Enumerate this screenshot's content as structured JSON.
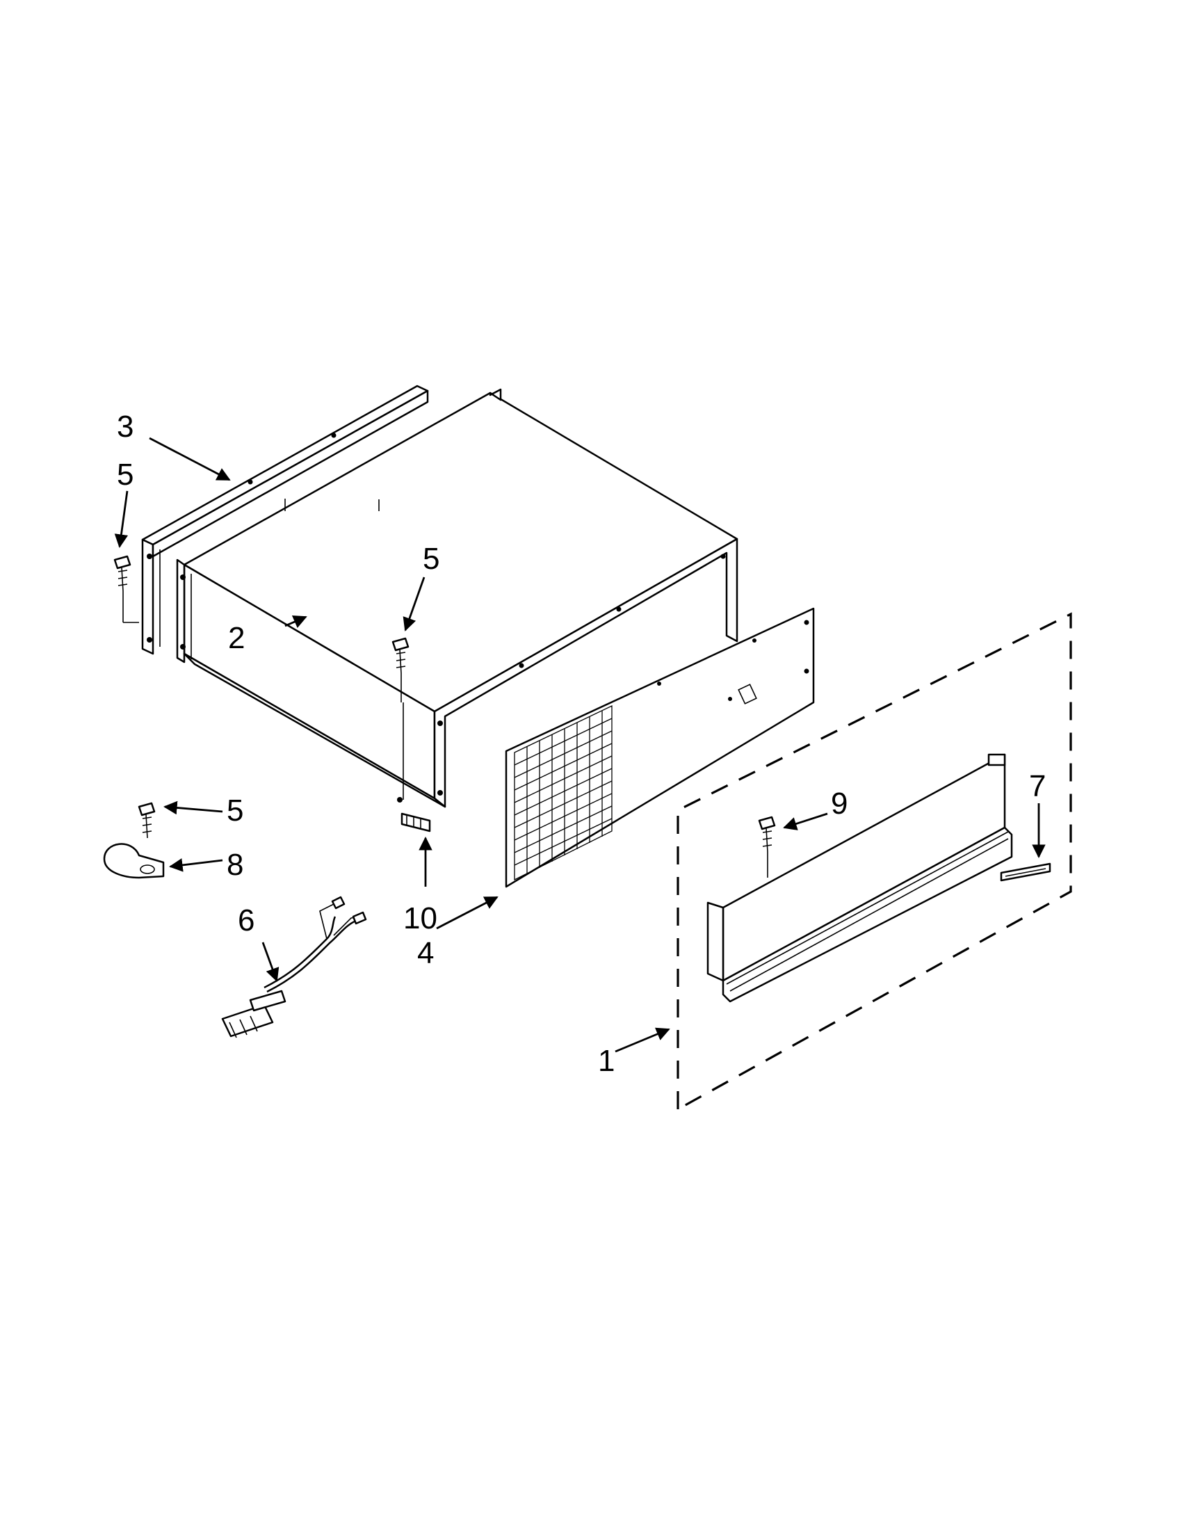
{
  "callouts": {
    "c1": "1",
    "c2": "2",
    "c3": "3",
    "c4": "4",
    "c5_top_left": "5",
    "c5_center": "5",
    "c5_lower": "5",
    "c6": "6",
    "c7": "7",
    "c8": "8",
    "c9": "9",
    "c10": "10"
  },
  "colors": {
    "line": "#000000",
    "background": "#ffffff"
  }
}
